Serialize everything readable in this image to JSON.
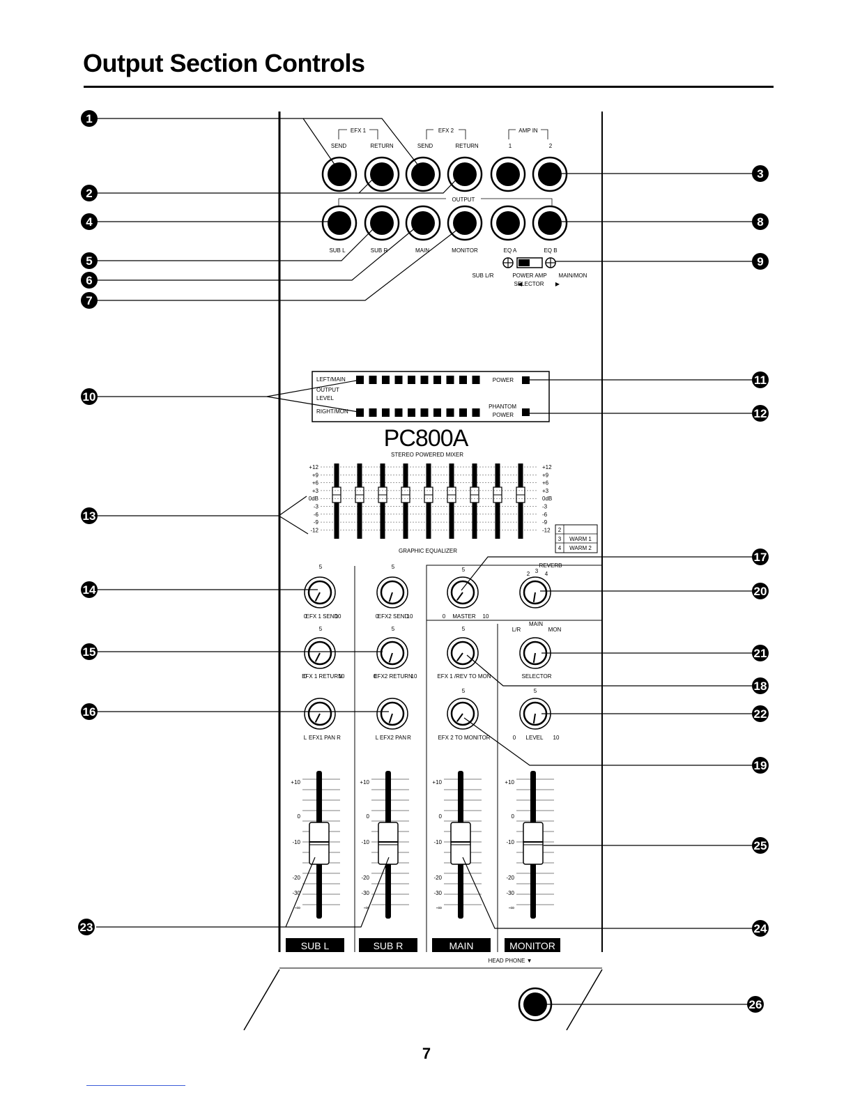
{
  "page": {
    "title": "Output Section Controls",
    "page_number": "7"
  },
  "panel": {
    "model": "PC800A",
    "subtitle": "STEREO POWERED MIXER",
    "efx1_group": "EFX 1",
    "efx2_group": "EFX 2",
    "ampin_group": "AMP IN",
    "output_group": "OUTPUT",
    "top_jacks": [
      "SEND",
      "RETURN",
      "SEND",
      "RETURN",
      "1",
      "2"
    ],
    "bottom_jacks": [
      "SUB L",
      "SUB R",
      "MAIN",
      "MONITOR",
      "EQ A",
      "EQ B"
    ],
    "selector": {
      "left": "SUB L/R",
      "middle": "POWER AMP",
      "right": "MAIN/MON",
      "bottom": "SELECTOR"
    },
    "meter": {
      "left_main": "LEFT/MAIN",
      "output": "OUTPUT",
      "level": "LEVEL",
      "right_mon": "RIGHT/MON",
      "power": "POWER",
      "phantom": "PHANTOM",
      "phantom_power": "POWER"
    },
    "eq": {
      "label": "GRAPHIC EQUALIZER",
      "scale": [
        "+12",
        "+9",
        "+6",
        "+3",
        "0dB",
        "-3",
        "-6",
        "-9",
        "-12"
      ],
      "band_count": 9
    },
    "reverb": {
      "label": "REVERB",
      "presets": [
        {
          "num": "2",
          "name": ""
        },
        {
          "num": "3",
          "name": "WARM 1"
        },
        {
          "num": "4",
          "name": "WARM 2"
        }
      ],
      "knob_marks": [
        "2",
        "3",
        "4"
      ]
    },
    "knobs": {
      "efx1_send": "EFX 1 SEND",
      "efx2_send": "EFX2 SEND",
      "master": "MASTER",
      "efx1_return": "EFX 1 RETURN",
      "efx2_return": "EFX2 RETURN",
      "efx1rev_to_mon": "EFX 1 /REV TO MON",
      "selector": "SELECTOR",
      "main_label": "MAIN",
      "lr_label": "L/R",
      "mon_label": "MON",
      "efx1_pan": "EFX1 PAN",
      "efx2_pan": "EFX2 PAN",
      "efx2_to_monitor": "EFX 2 TO MONITOR",
      "level": "LEVEL",
      "min": "0",
      "max": "10",
      "center": "5",
      "pan_l": "L",
      "pan_r": "R"
    },
    "fader_scale": [
      "+10",
      "0",
      "-10",
      "-20",
      "-30",
      "-∞"
    ],
    "faders": [
      "SUB L",
      "SUB R",
      "MAIN",
      "MONITOR"
    ],
    "headphone": "HEAD PHONE ▼"
  },
  "callouts": [
    "1",
    "2",
    "3",
    "4",
    "5",
    "6",
    "7",
    "8",
    "9",
    "10",
    "11",
    "12",
    "13",
    "14",
    "15",
    "16",
    "17",
    "18",
    "19",
    "20",
    "21",
    "22",
    "23",
    "24",
    "25",
    "26"
  ]
}
